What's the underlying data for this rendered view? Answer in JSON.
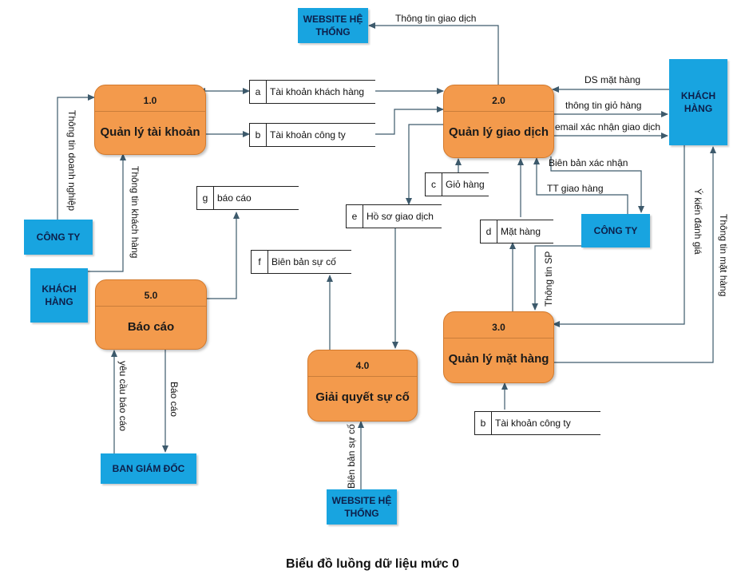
{
  "title": "Biểu đồ luồng dữ liệu mức 0",
  "processes": {
    "p1": {
      "num": "1.0",
      "name": "Quản lý tài khoản"
    },
    "p2": {
      "num": "2.0",
      "name": "Quản lý giao dịch"
    },
    "p3": {
      "num": "3.0",
      "name": "Quản lý mặt hàng"
    },
    "p4": {
      "num": "4.0",
      "name": "Giải quyết sự cố"
    },
    "p5": {
      "num": "5.0",
      "name": "Báo cáo"
    }
  },
  "entities": {
    "website_top": "WEBSITE HỆ THỐNG",
    "khach_hang_right": "KHÁCH HÀNG",
    "cong_ty_left": "CÔNG TY",
    "khach_hang_left": "KHÁCH HÀNG",
    "cong_ty_mid": "CÔNG TY",
    "ban_giam_doc": "BAN GIÁM ĐỐC",
    "website_bottom": "WEBSITE HỆ THỐNG"
  },
  "stores": {
    "a": {
      "id": "a",
      "name": "Tài khoản khách hàng"
    },
    "b_top": {
      "id": "b",
      "name": "Tài khoản công ty"
    },
    "g": {
      "id": "g",
      "name": "báo cáo"
    },
    "c": {
      "id": "c",
      "name": "Giỏ hàng"
    },
    "e": {
      "id": "e",
      "name": "Hồ sơ giao dịch"
    },
    "f": {
      "id": "f",
      "name": "Biên bản sự cố"
    },
    "d": {
      "id": "d",
      "name": "Mặt hàng"
    },
    "b_bottom": {
      "id": "b",
      "name": "Tài khoản công ty"
    }
  },
  "flows": {
    "thong_tin_giao_dich": "Thông tin giao dịch",
    "ds_mat_hang": "DS mặt hàng",
    "thong_tin_gio_hang": "thông tin giỏ hàng",
    "email_xac_nhan": "email xác nhận giao dịch",
    "bien_ban_xac_nhan": "Biên bản xác nhận",
    "tt_giao_hang": "TT giao hàng",
    "thong_tin_doanh_nghiep": "Thông tin doanh nghiệp",
    "thong_tin_khach_hang": "Thông tin khách hàng",
    "y_kien_danh_gia": "Ý kiến đánh giá",
    "thong_tin_mat_hang": "Thông tin mặt hàng",
    "thong_tin_sp": "Thông tin SP",
    "yeu_cau_bao_cao": "yêu cầu báo cáo",
    "bao_cao": "Báo cáo",
    "bien_ban_su_co": "Biên bản sự cố"
  }
}
